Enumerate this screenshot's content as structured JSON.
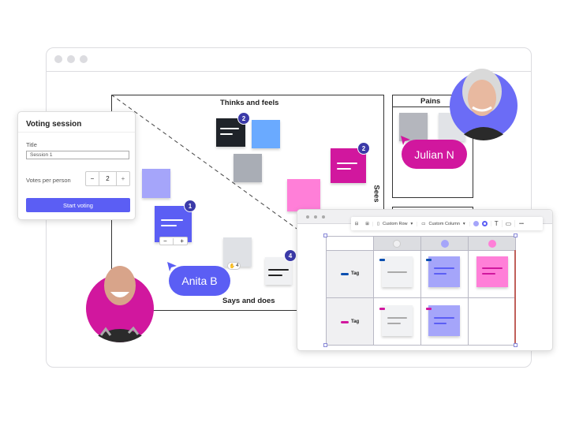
{
  "empathy_map": {
    "thinks_feels": "Thinks and feels",
    "says_does": "Says and does",
    "sees": "Sees",
    "pains": "Pains"
  },
  "badges": {
    "dark_sticky": "2",
    "magenta_sticky": "2",
    "purple_sticky": "1",
    "light_sticky": "4",
    "reaction_count": "4"
  },
  "mini_toolbar": {
    "minus": "−",
    "plus": "+"
  },
  "cursors": {
    "anita": "Anita B",
    "julian": "Julian N"
  },
  "voting": {
    "title": "Voting session",
    "title_label": "Title",
    "title_value": "Session 1",
    "votes_label": "Votes per person",
    "votes_value": "2",
    "minus": "−",
    "plus": "+",
    "start": "Start voting"
  },
  "table_toolbar": {
    "custom_row": "Custom Row",
    "custom_column": "Custom Column",
    "text": "T",
    "more": "•••"
  },
  "table": {
    "rows": [
      {
        "tag": "Tag",
        "color": "#0a4fb0"
      },
      {
        "tag": "Tag",
        "color": "#d1179e"
      }
    ]
  },
  "colors": {
    "purple": "#5b5ef4",
    "magenta": "#d1179e",
    "lavender": "#a5a5fa",
    "pink": "#ff7fd8"
  }
}
